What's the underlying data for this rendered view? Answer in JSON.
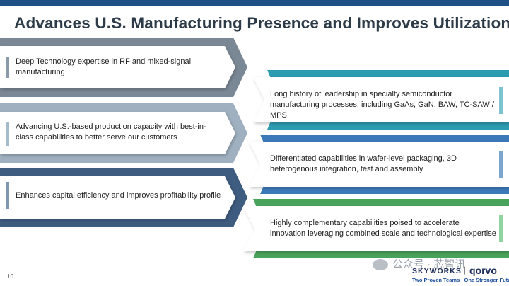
{
  "slide": {
    "title": "Advances U.S. Manufacturing Presence and Improves Utilization",
    "page_number": "10"
  },
  "left_items": [
    {
      "text": "Deep Technology expertise in RF and mixed-signal manufacturing",
      "accent": "#8a9aa8"
    },
    {
      "text": "Advancing U.S.-based production capacity with best-in-class capabilities to better serve our customers",
      "accent": "#a5bccd"
    },
    {
      "text": "Enhances capital efficiency and improves profitability profile",
      "accent": "#7f97b1"
    }
  ],
  "right_items": [
    {
      "text": "Long history of leadership in specialty semiconductor  manufacturing processes, including GaAs, GaN, BAW, TC-SAW / MPS",
      "accent": "#7cc3cf"
    },
    {
      "text": "Differentiated capabilities in wafer-level packaging, 3D heterogenous integration, test and assembly",
      "accent": "#7aa6cf"
    },
    {
      "text": "Highly complementary capabilities poised to accelerate innovation leveraging combined scale and technological expertise",
      "accent": "#8fd39f"
    }
  ],
  "chevron_colors": {
    "left": [
      "#7a8896",
      "#9fb0c0",
      "#3e5c80"
    ],
    "right": [
      "#2d9bb0",
      "#3b79b8",
      "#4aa35b"
    ]
  },
  "watermark": {
    "text": "公众号 · 芯智讯"
  },
  "footer": {
    "brand_left": "SKYWORKS",
    "separator": "|",
    "brand_right": "qorvo",
    "tagline": "Two Proven Teams | One Stronger Future"
  }
}
